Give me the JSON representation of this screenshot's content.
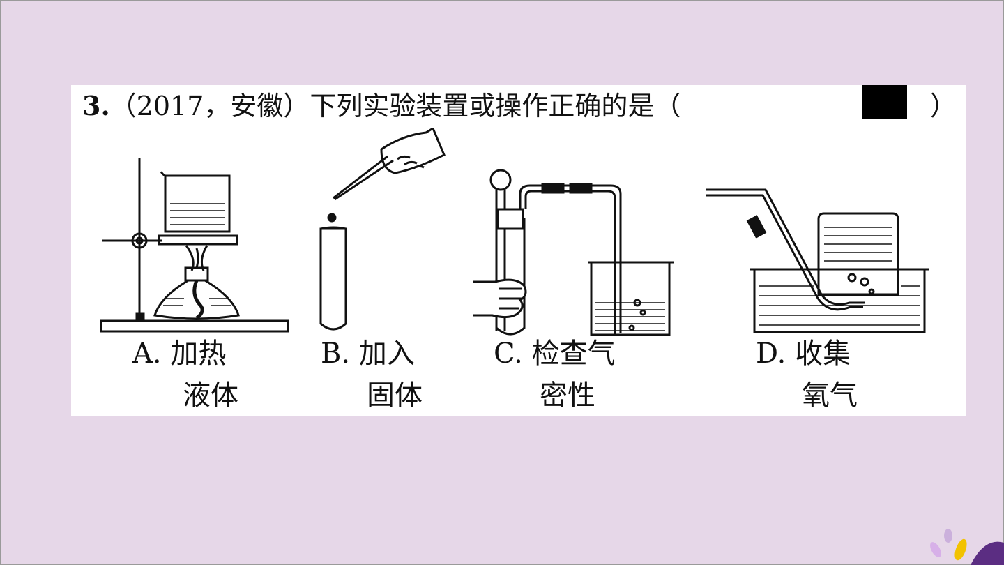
{
  "question": {
    "number": "3.",
    "text": "（2017，安徽）下列实验装置或操作正确的是（",
    "close": "）"
  },
  "options": [
    {
      "line1": "A. 加热",
      "line2": "液体"
    },
    {
      "line1": "B. 加入",
      "line2": "固体"
    },
    {
      "line1": "C. 检查气",
      "line2": "密性"
    },
    {
      "line1": "D. 收集",
      "line2": "氧气"
    }
  ],
  "colors": {
    "background": "#e6d7e8",
    "card": "#ffffff",
    "ink": "#111111",
    "accent_purple": "#5b2d82",
    "accent_yellow": "#f2c200"
  },
  "icons": [
    "iron-stand-icon",
    "tweezers-icon",
    "test-tube-icon",
    "airtight-check-icon",
    "gas-collection-icon"
  ]
}
